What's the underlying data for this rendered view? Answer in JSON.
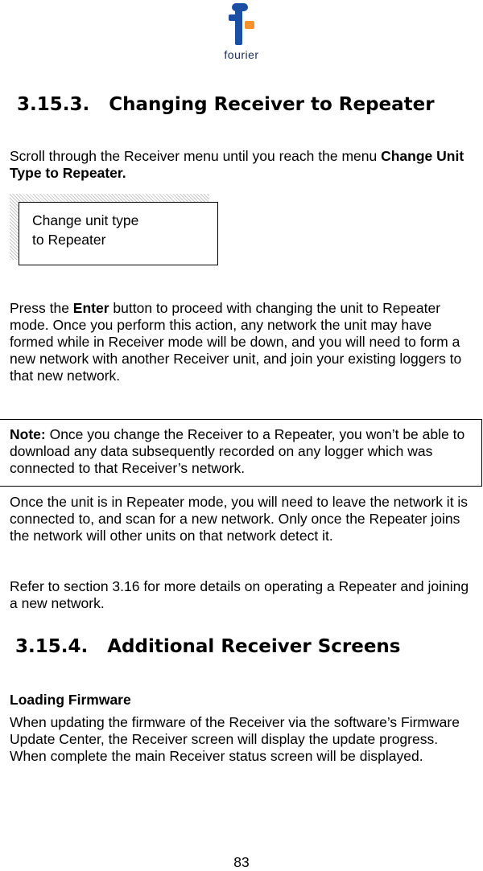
{
  "header": {
    "brand": "fourier",
    "colors": {
      "brand_blue": "#1c4fa3",
      "brand_orange": "#f5922b"
    }
  },
  "section1": {
    "heading": "3.15.3.   Changing Receiver to Repeater",
    "intro_text": "Scroll through the Receiver menu until you reach the menu ",
    "intro_bold": "Change Unit Type to Repeater.",
    "screen_line1": "Change unit type",
    "screen_line2": "to Repeater",
    "para1_a": "Press the ",
    "para1_bold": "Enter",
    "para1_b": " button to proceed with changing the unit to Repeater mode. Once you perform this action, any network the unit may have formed while in Receiver mode will be down, and you will need to form a new network with another Receiver unit, and join your existing loggers to that new network.",
    "note_label": "Note:",
    "note_text": " Once you change the Receiver to a Repeater, you won’t be able to download any data subsequently recorded on any logger which was connected to that Receiver’s network.",
    "para2": "Once the unit is in Repeater mode, you will need to leave the network it is connected to, and scan for a new network. Only once the Repeater joins the network will other units on that network detect it.",
    "para3": "Refer to section 3.16 for more details on operating a Repeater and joining a new network."
  },
  "section2": {
    "heading": "3.15.4.   Additional Receiver Screens",
    "subheading": "Loading Firmware",
    "para1": "When updating the firmware of the Receiver via the software’s Firmware Update Center, the Receiver screen will display the update progress. When complete the main Receiver status screen will be displayed."
  },
  "footer": {
    "page_number": "83"
  }
}
